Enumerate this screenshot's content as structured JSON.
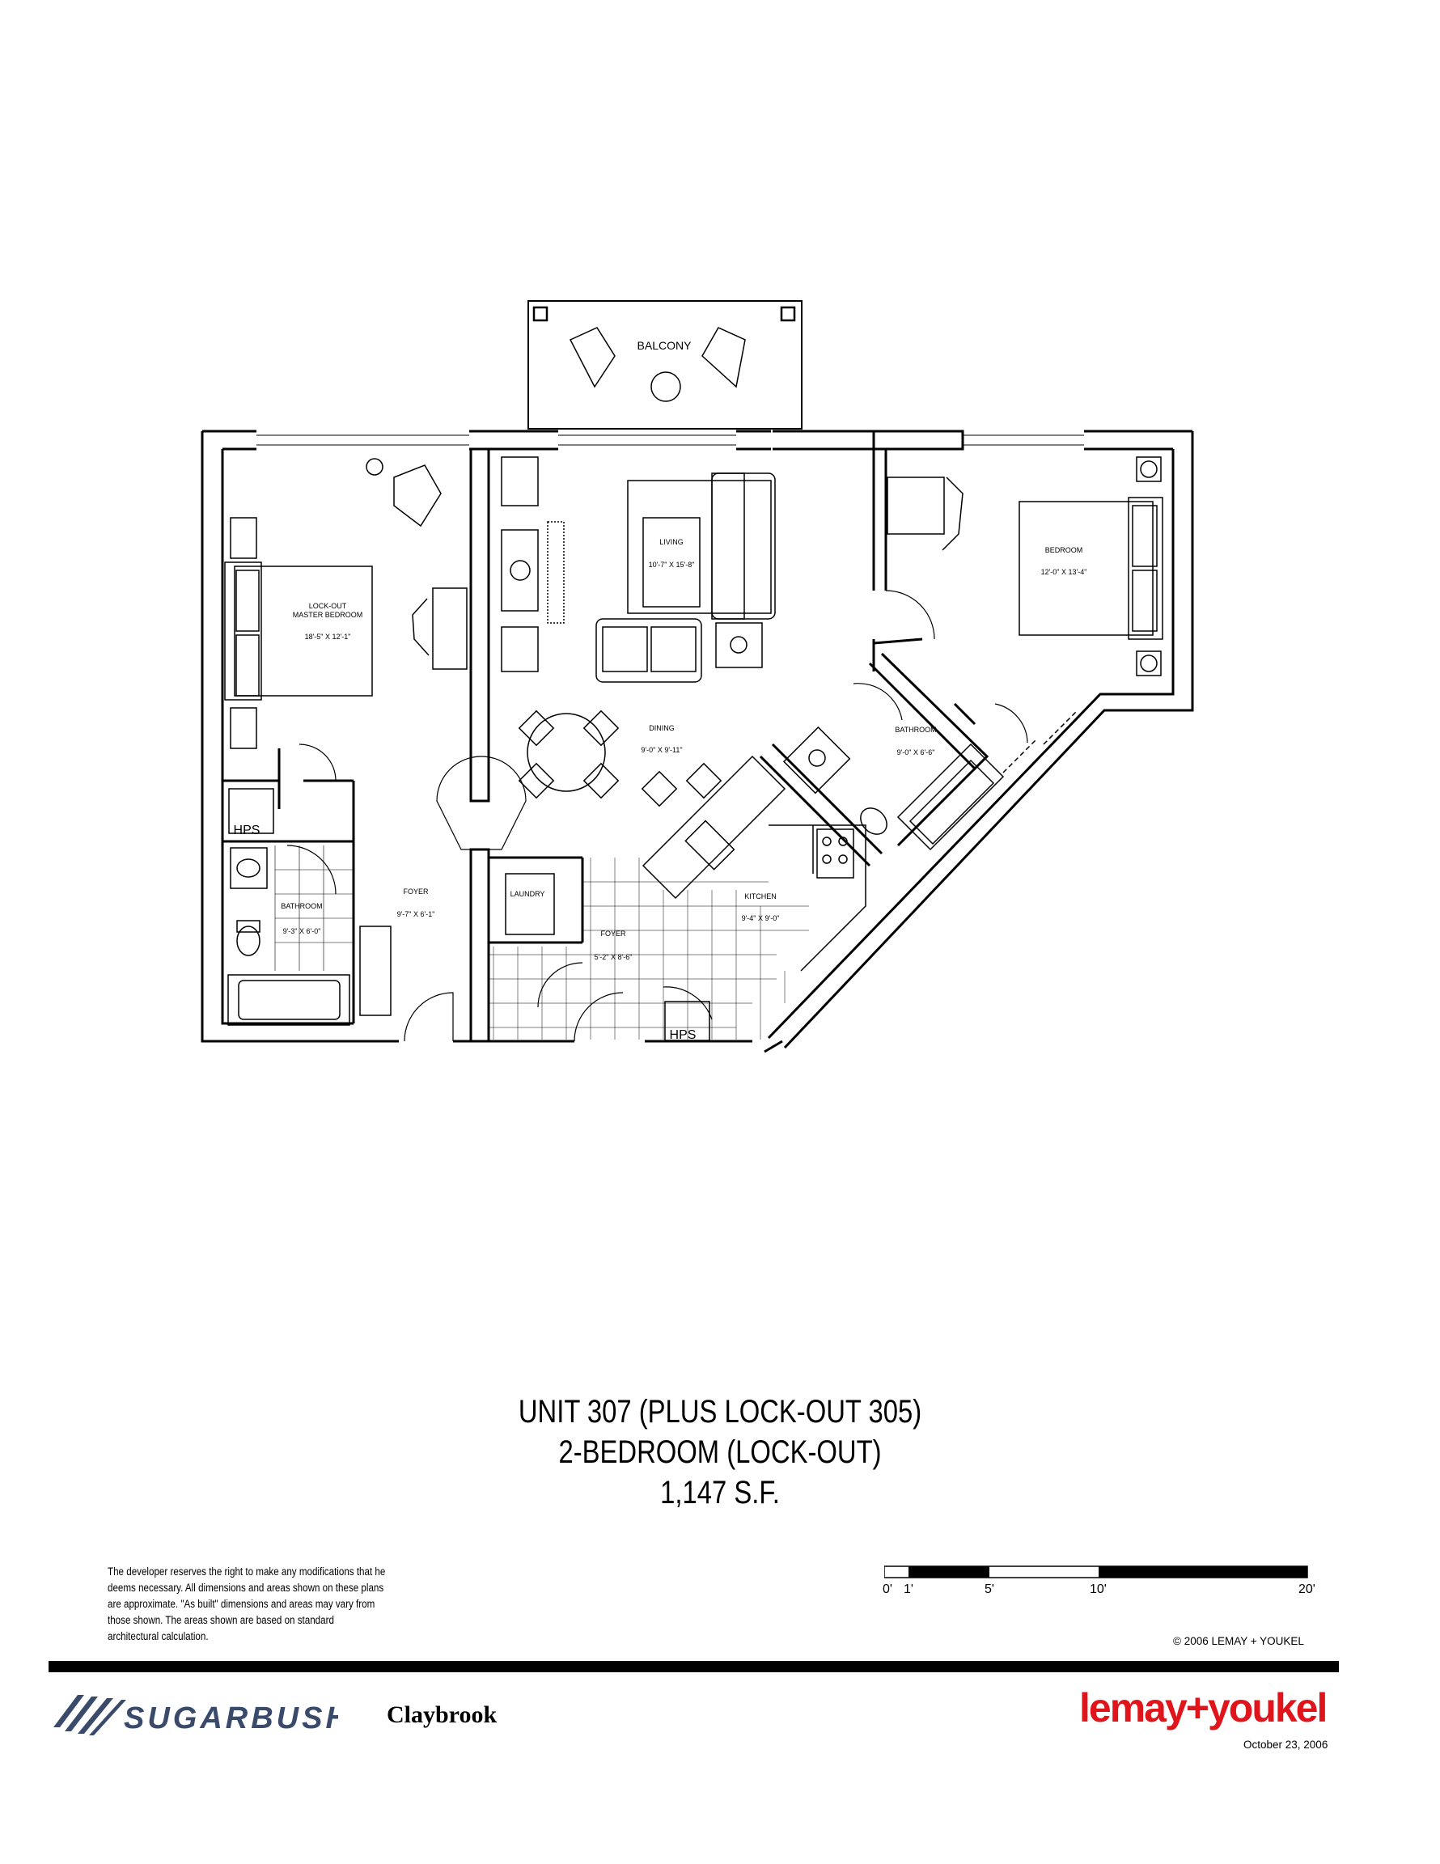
{
  "plan": {
    "rooms": [
      {
        "id": "balcony",
        "name": "BALCONY",
        "dims": ""
      },
      {
        "id": "lockout-master",
        "name": "LOCK-OUT\nMASTER BEDROOM",
        "dims": "18'-5\"  X 12'-1\""
      },
      {
        "id": "living",
        "name": "LIVING",
        "dims": "10'-7\" X 15'-8\""
      },
      {
        "id": "bedroom",
        "name": "BEDROOM",
        "dims": "12'-0\" X 13'-4\""
      },
      {
        "id": "dining",
        "name": "DINING",
        "dims": "9'-0\" X 9'-11\""
      },
      {
        "id": "bathroom-right",
        "name": "BATHROOM",
        "dims": "9'-0\" X 6'-6\""
      },
      {
        "id": "foyer-left",
        "name": "FOYER",
        "dims": "9'-7\" X 6'-1\""
      },
      {
        "id": "laundry",
        "name": "LAUNDRY",
        "dims": ""
      },
      {
        "id": "kitchen",
        "name": "KITCHEN",
        "dims": "9'-4\" X 9'-0\""
      },
      {
        "id": "bathroom-left",
        "name": "BATHROOM",
        "dims": "9'-3\" X 6'-0\""
      },
      {
        "id": "foyer-center",
        "name": "FOYER",
        "dims": "5'-2\" X 8'-6\""
      }
    ],
    "hps_label": "HPS"
  },
  "title": {
    "line1": "UNIT 307 (PLUS LOCK-OUT 305)",
    "line2": "2-BEDROOM (LOCK-OUT)",
    "line3": "1,147 S.F."
  },
  "disclaimer": "The developer reserves the right to make any modifications that he deems necessary.  All dimensions and areas shown on these plans are approximate.  \"As built\" dimensions and areas may vary from those shown.  The areas shown are based on standard architectural calculation.",
  "scale": {
    "ticks": [
      "0'",
      "1'",
      "5'",
      "10'",
      "20'"
    ]
  },
  "copyright": "© 2006  LEMAY + YOUKEL",
  "brand": {
    "logo_text": "SUGARBUSH",
    "project": "Claybrook"
  },
  "firm": {
    "name": "lemay+youkel",
    "date": "October 23, 2006",
    "color": "#e0151c"
  }
}
